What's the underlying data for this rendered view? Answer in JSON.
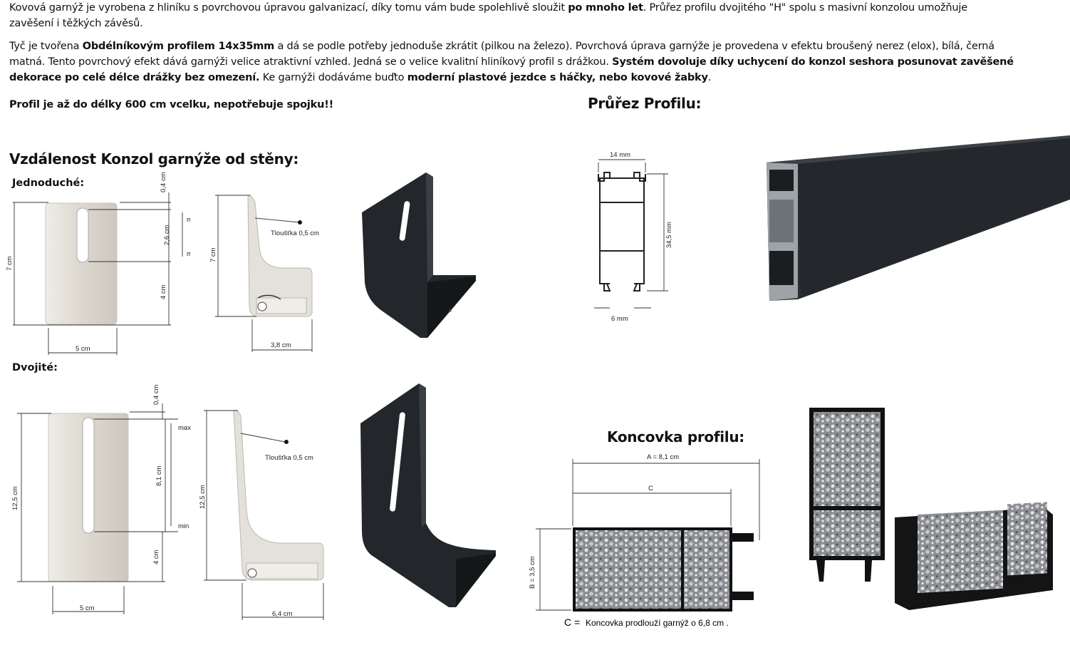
{
  "intro": {
    "p1_start": "Kovová garnýž je vyrobena z hliníku s povrchovou úpravou galvanizací, díky tomu vám bude spolehlivě sloužit ",
    "p1_bold": "po mnoho let",
    "p1_end": ". Průřez profilu dvojitého \"H\" spolu s masivní konzolou umožňuje zavěšení i těžkých závěsů.",
    "p2_a": " Tyč je tvořena ",
    "p2_b_bold": "Obdélníkovým profilem 14x35mm",
    "p2_c": " a dá se podle potřeby jednoduše zkrátit (pilkou na železo). Povrchová úprava garnýže je provedena v efektu broušený nerez (elox), bílá, černá matná. Tento povrchový efekt dává garnýži velice atraktivní vzhled. Jedná se o velice kvalitní hliníkový profil s drážkou. ",
    "p2_d_bold": "Systém dovoluje díky uchycení do konzol seshora posunovat zavěšené dekorace po celé délce drážky bez omezení.",
    "p2_e": " Ke garnýži dodáváme buďto ",
    "p2_f_bold": "moderní plastové jezdce s háčky, nebo kovové žabky",
    "p2_g": ".",
    "p3_bold": "Profil je až do délky 600 cm vcelku, nepotřebuje spojku!!"
  },
  "headings": {
    "distance": "Vzdálenost Konzol garnýže od stěny:",
    "single": "Jednoduché:",
    "double": "Dvojité:",
    "profile": "Průřez Profilu:",
    "endcap": "Koncovka profilu:"
  },
  "single_bracket": {
    "top_gap": "0,4 cm",
    "height": "7 cm",
    "slot": "2,6 cm",
    "bottom": "4 cm",
    "width": "5 cm",
    "max": "max",
    "min": "min",
    "thickness": "Tloušťka 0,5 cm",
    "side_height": "7 cm",
    "depth": "3,8 cm"
  },
  "double_bracket": {
    "top_gap": "0,4 cm",
    "height": "12,5 cm",
    "slot": "8,1 cm",
    "bottom": "4 cm",
    "width": "5 cm",
    "max": "max",
    "min": "min",
    "thickness": "Tloušťka 0,5 cm",
    "side_height": "12,5 cm",
    "depth": "6,4 cm"
  },
  "profile_section": {
    "width": "14 mm",
    "height": "34,5 mm",
    "slot": "6 mm"
  },
  "endcap": {
    "a": "A = 8,1 cm",
    "c": "C",
    "b": "B = 3,5 cm",
    "note_c": "C =",
    "note_text": "Koncovka prodlouží garnýž o 6,8 cm ."
  },
  "colors": {
    "bracket_silver": "#dcd8cf",
    "bracket_black": "#1e2226",
    "profile_black": "#24282c"
  }
}
